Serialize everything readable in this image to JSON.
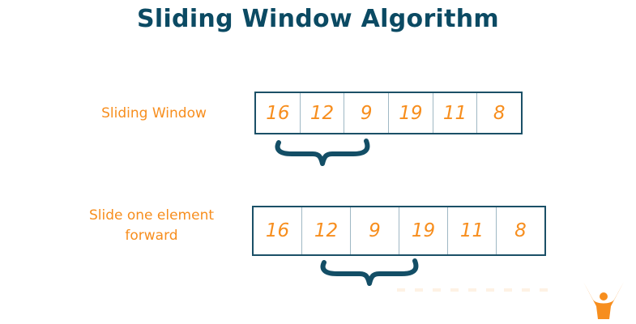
{
  "title": "Sliding Window Algorithm",
  "colors": {
    "title": "#0b4a63",
    "accent": "#f78e1e",
    "border": "#1b5067",
    "divider": "#9fb8c4",
    "brace": "#134e66"
  },
  "rows": [
    {
      "label": "Sliding Window",
      "cells": [
        "16",
        "12",
        "9",
        "19",
        "11",
        "8"
      ],
      "window_start": 0,
      "window_size": 3
    },
    {
      "label_line1": "Slide one element",
      "label_line2": "forward",
      "cells": [
        "16",
        "12",
        "9",
        "19",
        "11",
        "8"
      ],
      "window_start": 1,
      "window_size": 3
    }
  ],
  "logo": {
    "icon": "person-arms-raised-v-logo"
  }
}
